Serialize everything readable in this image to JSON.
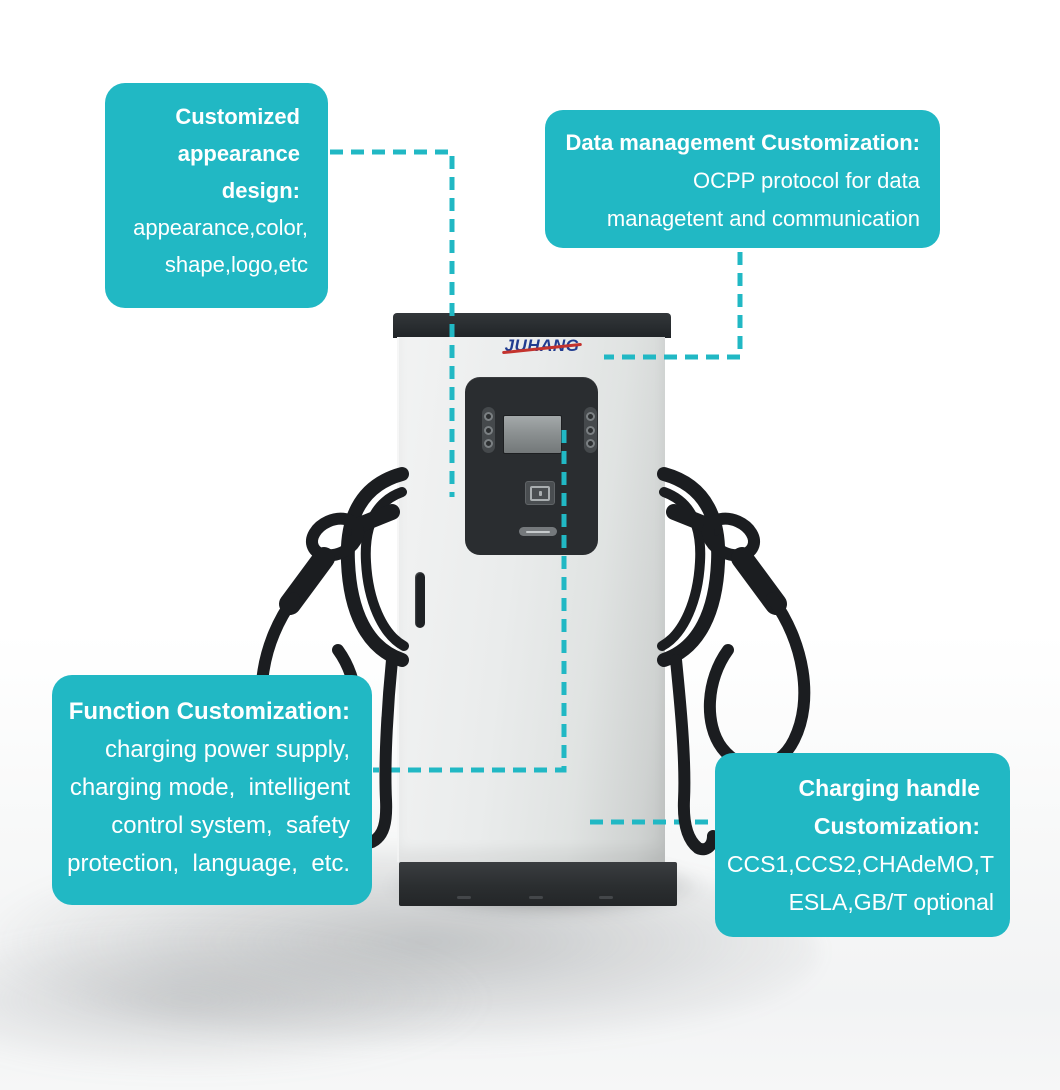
{
  "device": {
    "brand": "JUHANG",
    "type_note": "dual-gun EV charging pile"
  },
  "colors": {
    "callout_teal": "#21b8c4",
    "connector_teal": "#21b8c4",
    "cabinet_gray": "#e9ebea",
    "panel_dark": "#2a2d30",
    "logo_blue": "#213c90",
    "logo_red": "#c4332e"
  },
  "callouts": {
    "appearance": {
      "title_lines": [
        "Customized",
        "appearance",
        "design:"
      ],
      "body_lines": [
        "appearance,color,",
        "shape,logo,etc"
      ]
    },
    "data": {
      "title": "Data management Customization:",
      "body_lines": [
        "OCPP protocol for data",
        "managetent and communication"
      ]
    },
    "function": {
      "title": "Function Customization:",
      "body_lines": [
        "charging power supply,",
        "charging mode,  intelligent",
        "control system,  safety",
        "protection,  language,  etc."
      ]
    },
    "handle": {
      "title_lines": [
        "Charging handle",
        "Customization:"
      ],
      "body_lines": [
        "CCS1,CCS2,CHAdeMO,T",
        "ESLA,GB/T optional"
      ]
    }
  }
}
